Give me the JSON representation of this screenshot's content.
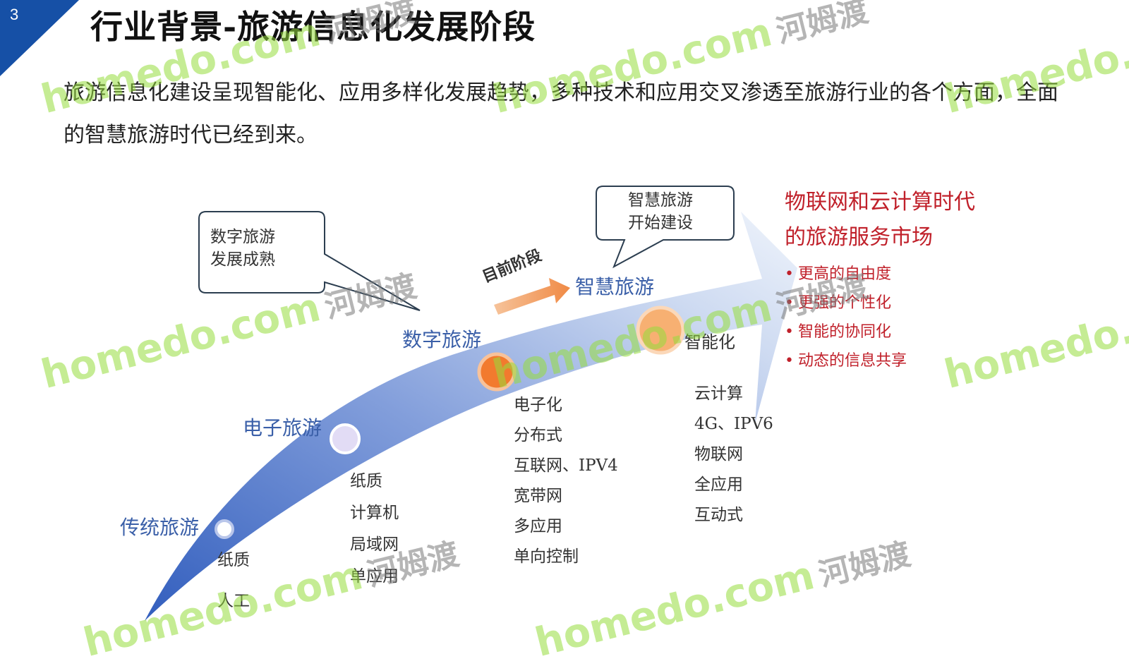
{
  "slide_number": "3",
  "title": "行业背景-旅游信息化发展阶段",
  "intro": "旅游信息化建设呈现智能化、应用多样化发展趋势，多种技术和应用交叉渗透至旅游行业的各个方面，全面的智慧旅游时代已经到来。",
  "bubbles": {
    "digital": [
      "数字旅游",
      "发展成熟"
    ],
    "smart": [
      "智慧旅游",
      "开始建设"
    ]
  },
  "current_stage": "目前阶段",
  "stages": [
    {
      "label": "传统旅游",
      "items": [
        "纸质",
        "人工"
      ]
    },
    {
      "label": "电子旅游",
      "items": [
        "纸质",
        "计算机",
        "局域网",
        "单应用"
      ]
    },
    {
      "label": "数字旅游",
      "items": [
        "电子化",
        "分布式",
        "互联网、IPV4",
        "宽带网",
        "多应用",
        "单向控制"
      ]
    },
    {
      "label": "智慧旅游",
      "sublabel": "智能化",
      "items": [
        "云计算",
        "4G、IPV6",
        "物联网",
        "全应用",
        "互动式"
      ]
    }
  ],
  "future": {
    "title_lines": [
      "物联网和云计算时代",
      "的旅游服务市场"
    ],
    "items": [
      "更高的自由度",
      "更强的个性化",
      "智能的协同化",
      "动态的信息共享"
    ]
  },
  "watermark": {
    "en": "homedo.com",
    "cn": "河姆渡"
  },
  "colors": {
    "accent": "#1650a6",
    "future": "#c0202a",
    "stage": "#3a5fa8",
    "arrow_dark": "#2f5fbf",
    "arrow_light": "#d9e5f7"
  }
}
